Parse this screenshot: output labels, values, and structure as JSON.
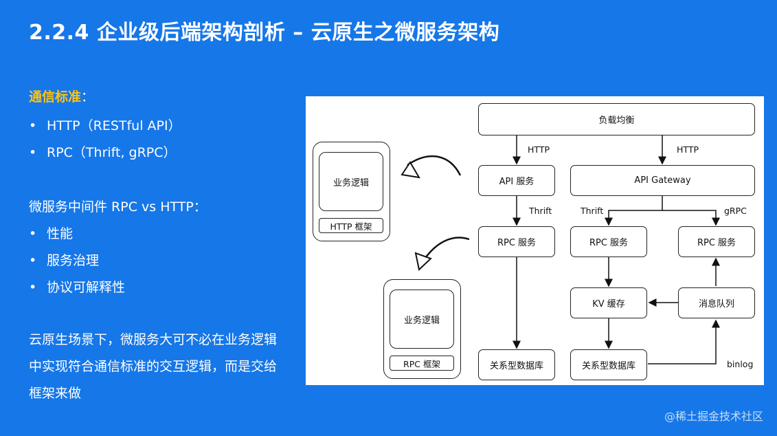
{
  "title": "2.2.4 企业级后端架构剖析 – 云原生之微服务架构",
  "left": {
    "comm_heading": "通信标准",
    "comm_colon": "：",
    "comm_items": [
      "HTTP（RESTful API）",
      "RPC（Thrift, gRPC）"
    ],
    "middleware_heading": "微服务中间件 RPC vs HTTP：",
    "middleware_items": [
      "性能",
      "服务治理",
      "协议可解释性"
    ],
    "paragraph": "云原生场景下，微服务大可不必在业务逻辑中实现符合通信标准的交互逻辑，而是交给框架来做"
  },
  "diagram": {
    "frame_http": {
      "logic": "业务逻辑",
      "framework": "HTTP 框架"
    },
    "frame_rpc": {
      "logic": "业务逻辑",
      "framework": "RPC 框架"
    },
    "lb": "负载均衡",
    "api_service": "API 服务",
    "api_gateway": "API Gateway",
    "rpc_service_1": "RPC 服务",
    "rpc_service_2": "RPC 服务",
    "rpc_service_3": "RPC 服务",
    "kv_cache": "KV 缓存",
    "mq": "消息队列",
    "db_1": "关系型数据库",
    "db_2": "关系型数据库",
    "labels": {
      "http_1": "HTTP",
      "http_2": "HTTP",
      "thrift_1": "Thrift",
      "thrift_2": "Thrift",
      "grpc": "gRPC",
      "binlog": "binlog"
    }
  },
  "watermark": "@稀土掘金技术社区"
}
